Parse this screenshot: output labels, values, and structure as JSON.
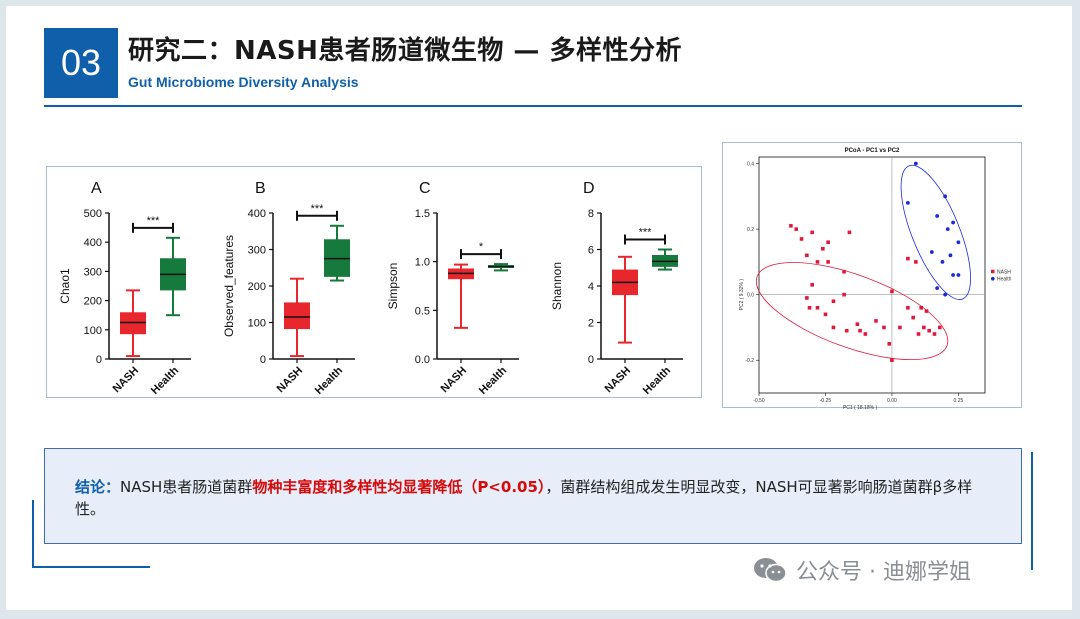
{
  "header": {
    "number": "03",
    "title": "研究二：NASH患者肠道微生物 — 多样性分析",
    "subtitle": "Gut Microbiome Diversity Analysis"
  },
  "chart_data": [
    {
      "type": "box",
      "panel_label": "A",
      "ylabel": "Chao1",
      "ylim": [
        0,
        500
      ],
      "yticks": [
        0,
        100,
        200,
        300,
        400,
        500
      ],
      "categories": [
        "NASH",
        "Health"
      ],
      "boxes": [
        {
          "min": 10,
          "q1": 85,
          "median": 125,
          "q3": 160,
          "max": 235,
          "color": "#e8262d"
        },
        {
          "min": 150,
          "q1": 235,
          "median": 290,
          "q3": 345,
          "max": 415,
          "color": "#157a3c"
        }
      ],
      "significance": "***"
    },
    {
      "type": "box",
      "panel_label": "B",
      "ylabel": "Observed_features",
      "ylim": [
        0,
        400
      ],
      "yticks": [
        0,
        100,
        200,
        300,
        400
      ],
      "categories": [
        "NASH",
        "Health"
      ],
      "boxes": [
        {
          "min": 8,
          "q1": 82,
          "median": 115,
          "q3": 155,
          "max": 220,
          "color": "#e8262d"
        },
        {
          "min": 215,
          "q1": 225,
          "median": 275,
          "q3": 328,
          "max": 365,
          "color": "#157a3c"
        }
      ],
      "significance": "***"
    },
    {
      "type": "box",
      "panel_label": "C",
      "ylabel": "Simpson",
      "ylim": [
        0,
        1.5
      ],
      "yticks": [
        "0.0",
        "0.5",
        "1.0",
        "1.5"
      ],
      "categories": [
        "NASH",
        "Health"
      ],
      "boxes": [
        {
          "min": 0.32,
          "q1": 0.82,
          "median": 0.88,
          "q3": 0.93,
          "max": 0.97,
          "color": "#e8262d"
        },
        {
          "min": 0.91,
          "q1": 0.935,
          "median": 0.95,
          "q3": 0.965,
          "max": 0.975,
          "color": "#157a3c"
        }
      ],
      "significance": "*"
    },
    {
      "type": "box",
      "panel_label": "D",
      "ylabel": "Shannon",
      "ylim": [
        0,
        8
      ],
      "yticks": [
        0,
        2,
        4,
        6,
        8
      ],
      "categories": [
        "NASH",
        "Health"
      ],
      "boxes": [
        {
          "min": 0.9,
          "q1": 3.5,
          "median": 4.2,
          "q3": 4.9,
          "max": 5.6,
          "color": "#e8262d"
        },
        {
          "min": 4.9,
          "q1": 5.05,
          "median": 5.35,
          "q3": 5.7,
          "max": 6.0,
          "color": "#157a3c"
        }
      ],
      "significance": "***"
    },
    {
      "type": "scatter",
      "title": "PCoA - PC1 vs PC2",
      "xlabel": "PC1 ( 18.18% )",
      "ylabel": "PC2 ( 9.32% )",
      "xlim": [
        -0.5,
        0.35
      ],
      "ylim": [
        -0.3,
        0.42
      ],
      "xticks": [
        "-0.50",
        "-0.25",
        "0.00",
        "0.25"
      ],
      "yticks": [
        "-0.2",
        "0.0",
        "0.2",
        "0.4"
      ],
      "legend": [
        "NASH",
        "Health"
      ],
      "legend_position": "right",
      "series": [
        {
          "name": "NASH",
          "color": "#e3173a",
          "points": [
            [
              -0.38,
              0.21
            ],
            [
              -0.36,
              0.2
            ],
            [
              -0.34,
              0.17
            ],
            [
              -0.3,
              0.19
            ],
            [
              -0.26,
              0.14
            ],
            [
              -0.24,
              0.16
            ],
            [
              -0.16,
              0.19
            ],
            [
              -0.32,
              0.12
            ],
            [
              -0.28,
              0.1
            ],
            [
              -0.24,
              0.1
            ],
            [
              -0.18,
              0.07
            ],
            [
              -0.3,
              0.03
            ],
            [
              -0.32,
              -0.01
            ],
            [
              -0.31,
              -0.04
            ],
            [
              -0.28,
              -0.04
            ],
            [
              -0.25,
              -0.06
            ],
            [
              -0.22,
              -0.02
            ],
            [
              -0.18,
              0.0
            ],
            [
              -0.22,
              -0.1
            ],
            [
              -0.17,
              -0.11
            ],
            [
              -0.13,
              -0.09
            ],
            [
              -0.1,
              -0.12
            ],
            [
              -0.06,
              -0.08
            ],
            [
              -0.03,
              -0.1
            ],
            [
              -0.01,
              -0.15
            ],
            [
              0.0,
              -0.2
            ],
            [
              0.03,
              -0.1
            ],
            [
              0.06,
              -0.04
            ],
            [
              0.08,
              -0.07
            ],
            [
              0.1,
              -0.12
            ],
            [
              0.12,
              -0.1
            ],
            [
              0.14,
              -0.11
            ],
            [
              0.16,
              -0.12
            ],
            [
              0.18,
              -0.1
            ],
            [
              0.11,
              -0.04
            ],
            [
              0.06,
              0.11
            ],
            [
              0.09,
              0.1
            ],
            [
              0.0,
              0.01
            ],
            [
              0.13,
              -0.05
            ],
            [
              -0.12,
              -0.11
            ]
          ]
        },
        {
          "name": "Health",
          "color": "#1c2ad8",
          "points": [
            [
              0.09,
              0.4
            ],
            [
              0.06,
              0.28
            ],
            [
              0.17,
              0.24
            ],
            [
              0.2,
              0.3
            ],
            [
              0.21,
              0.2
            ],
            [
              0.25,
              0.16
            ],
            [
              0.23,
              0.22
            ],
            [
              0.19,
              0.1
            ],
            [
              0.22,
              0.12
            ],
            [
              0.23,
              0.06
            ],
            [
              0.25,
              0.06
            ],
            [
              0.17,
              0.02
            ],
            [
              0.2,
              0.0
            ],
            [
              0.15,
              0.13
            ]
          ]
        }
      ]
    }
  ],
  "conclusion": {
    "label": "结论：",
    "text_before": "NASH患者肠道菌群",
    "highlight": "物种丰富度和多样性均显著降低（P<0.05）",
    "text_after": "，菌群结构组成发生明显改变，NASH可显著影响肠道菌群β多样性。"
  },
  "watermark": {
    "text": "公众号 · 迪娜学姐",
    "icon": "wechat-icon"
  }
}
